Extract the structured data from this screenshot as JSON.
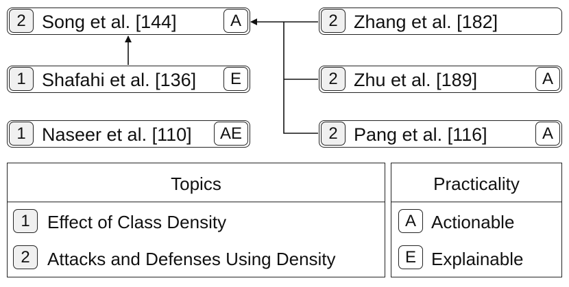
{
  "papers": {
    "song": {
      "topic": "2",
      "label": "Song et al. [144]",
      "practicality": "A"
    },
    "shafahi": {
      "topic": "1",
      "label": "Shafahi et al. [136]",
      "practicality": "E"
    },
    "naseer": {
      "topic": "1",
      "label": "Naseer et al. [110]",
      "practicality": "AE"
    },
    "zhang": {
      "topic": "2",
      "label": "Zhang et al. [182]"
    },
    "zhu": {
      "topic": "2",
      "label": "Zhu et al. [189]",
      "practicality": "A"
    },
    "pang": {
      "topic": "2",
      "label": "Pang et al. [116]",
      "practicality": "A"
    }
  },
  "legend": {
    "topics": {
      "title": "Topics",
      "items": [
        {
          "key": "1",
          "label": "Effect of Class Density"
        },
        {
          "key": "2",
          "label": "Attacks and Defenses Using Density"
        }
      ]
    },
    "practicality": {
      "title": "Practicality",
      "items": [
        {
          "key": "A",
          "label": "Actionable"
        },
        {
          "key": "E",
          "label": "Explainable"
        }
      ]
    }
  }
}
